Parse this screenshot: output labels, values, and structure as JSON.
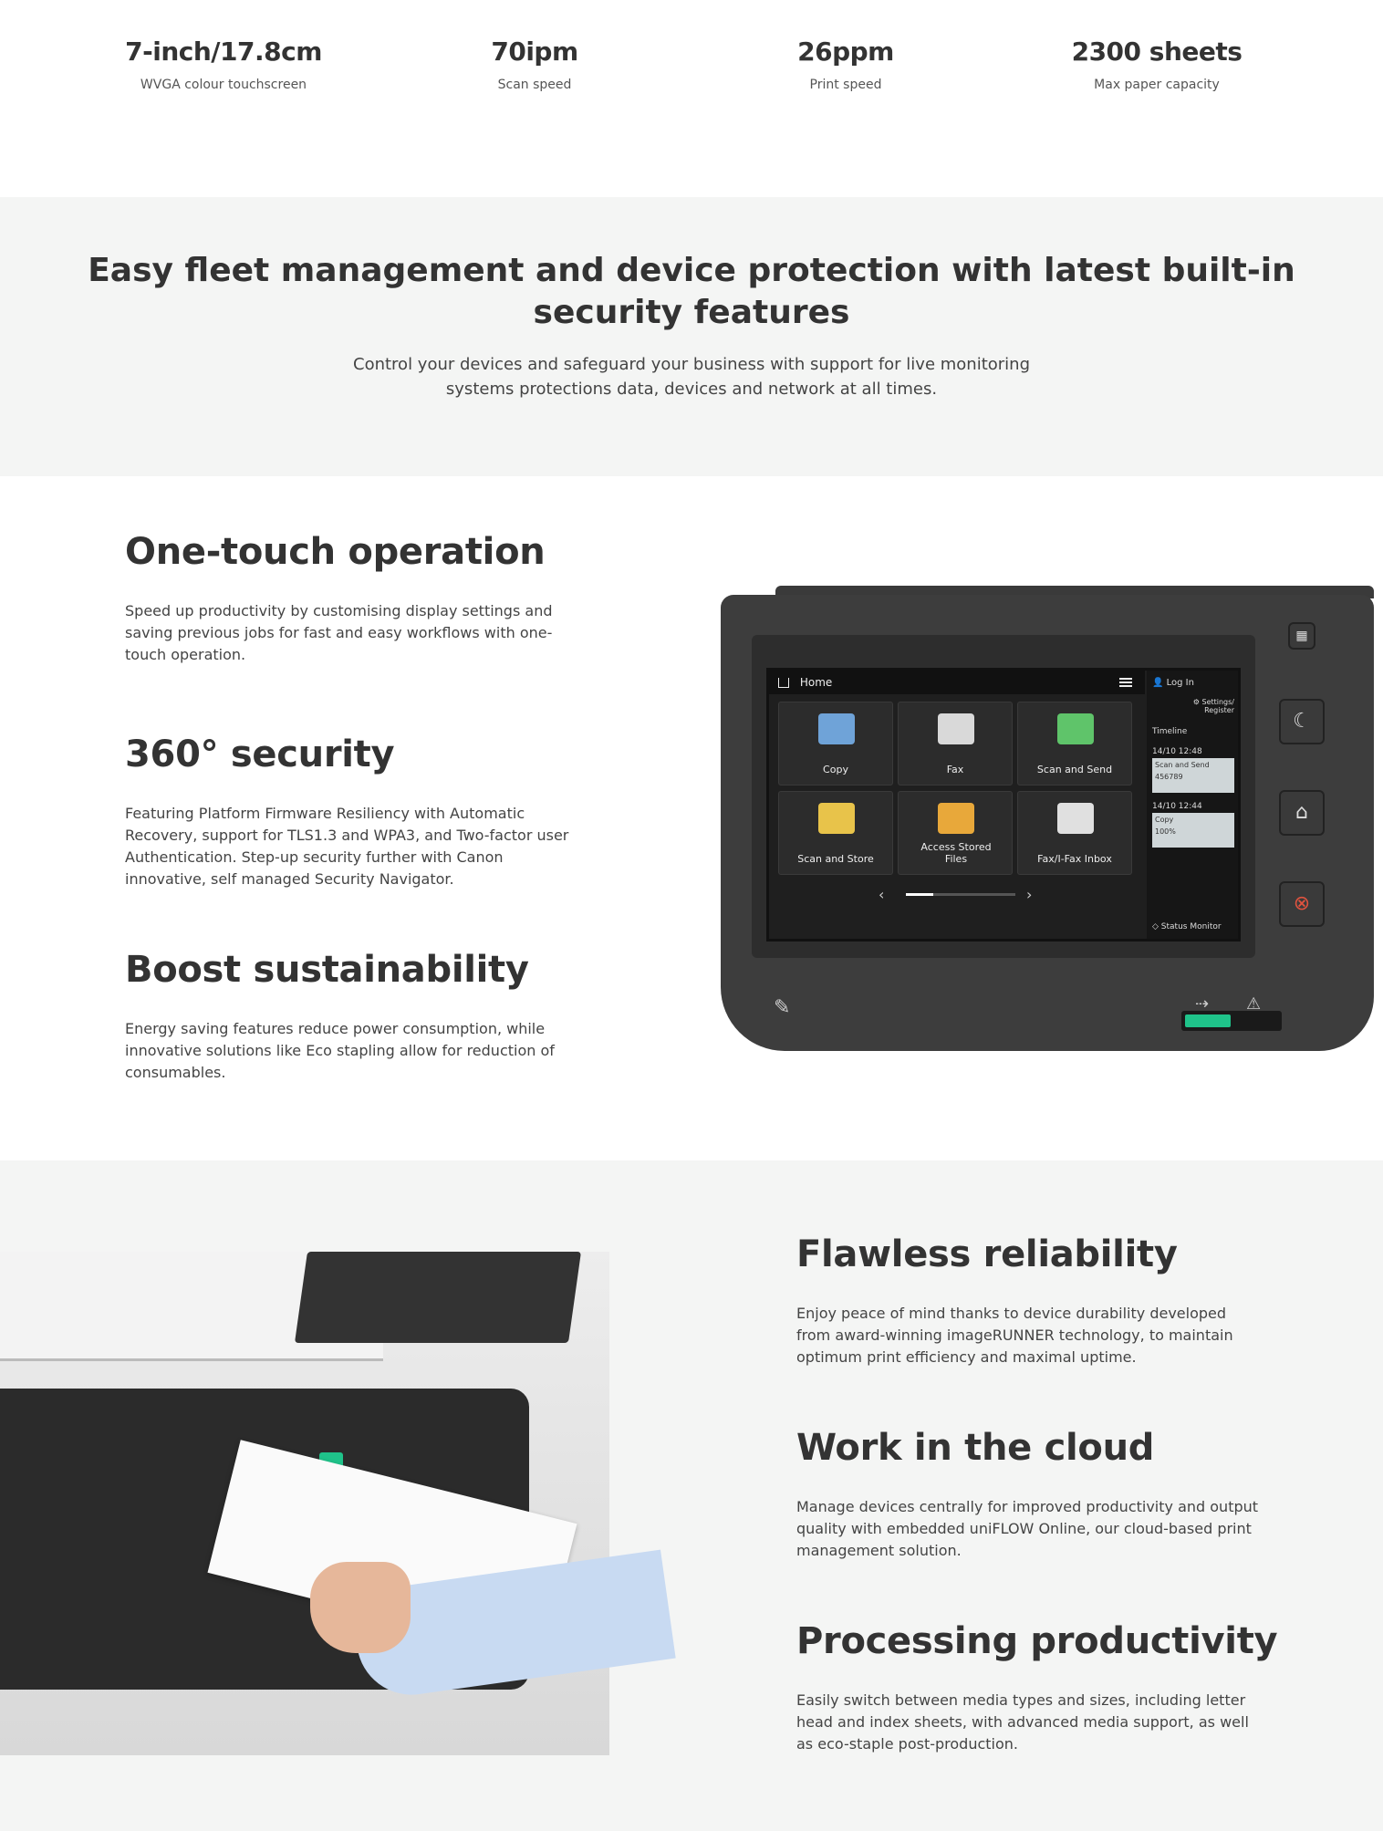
{
  "stats": [
    {
      "value": "7-inch/17.8cm",
      "label": "WVGA colour touchscreen"
    },
    {
      "value": "70ipm",
      "label": "Scan speed"
    },
    {
      "value": "26ppm",
      "label": "Print speed"
    },
    {
      "value": "2300 sheets",
      "label": "Max paper capacity"
    }
  ],
  "banner": {
    "title": "Easy fleet management and device protection with latest built-in security features",
    "text": "Control your devices and safeguard your business with support for live monitoring systems protections data, devices and network at all times."
  },
  "features_top": [
    {
      "title": "One-touch operation",
      "text": "Speed up productivity by customising display settings and saving previous jobs for fast and easy workflows with one-touch operation."
    },
    {
      "title": "360° security",
      "text": "Featuring Platform Firmware Resiliency with Automatic Recovery, support for TLS1.3 and WPA3, and Two-factor user Authentication. Step-up security further with Canon innovative, self managed Security Navigator."
    },
    {
      "title": "Boost sustainability",
      "text": "Energy saving features reduce power consumption, while innovative solutions like Eco stapling allow for reduction of consumables."
    }
  ],
  "features_bottom": [
    {
      "title": "Flawless reliability",
      "text": "Enjoy peace of mind thanks to device durability developed from award-winning imageRUNNER technology, to maintain optimum print efficiency and maximal uptime."
    },
    {
      "title": "Work in the cloud",
      "text": "Manage devices centrally for improved productivity and output quality with embedded uniFLOW Online, our cloud-based print management solution."
    },
    {
      "title": "Processing productivity",
      "text": "Easily switch between media types and sizes, including letter head and index sheets, with advanced media support, as well as eco-staple post-production."
    }
  ],
  "device_screen": {
    "home_label": "Home",
    "login_label": "Log In",
    "settings_label": "Settings/ Register",
    "timeline_label": "Timeline",
    "timeline": [
      {
        "time": "14/10 12:48",
        "job": "Scan and Send",
        "detail": "456789"
      },
      {
        "time": "14/10 12:44",
        "job": "Copy",
        "detail": "100%"
      }
    ],
    "status_monitor_label": "Status Monitor",
    "tiles": [
      {
        "label": "Copy",
        "color": "#6fa3d8"
      },
      {
        "label": "Fax",
        "color": "#d9d9d9"
      },
      {
        "label": "Scan and Send",
        "color": "#5fc46a"
      },
      {
        "label": "Scan and Store",
        "color": "#e8c34a"
      },
      {
        "label": "Access Stored Files",
        "color": "#e8a83a"
      },
      {
        "label": "Fax/I-Fax Inbox",
        "color": "#e0e0e0"
      }
    ]
  },
  "colors": {
    "banner_bg": "#f4f5f4",
    "text": "#333333",
    "accent_green": "#1fc38a"
  }
}
